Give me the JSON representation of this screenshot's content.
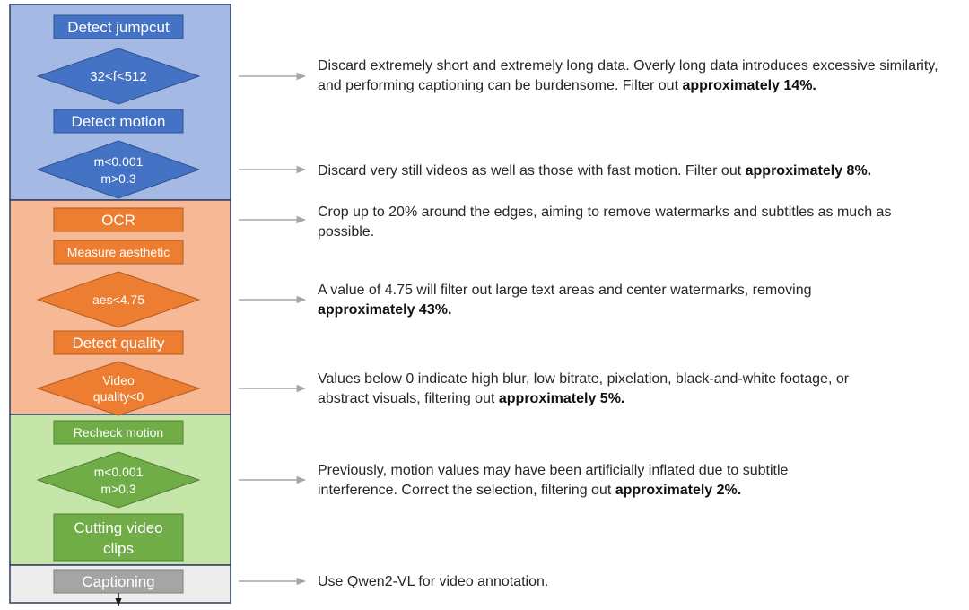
{
  "colors": {
    "blue_bg": "#A4B9E4",
    "blue_box": "#4472C4",
    "orange_bg": "#F7B995",
    "orange_box": "#ED7D31",
    "green_bg": "#C6E5A8",
    "green_box": "#70AD47",
    "gray_bg": "#EDEDED",
    "gray_box": "#A5A5A5",
    "border": "#2F3E60",
    "arrow": "#A6A6A6"
  },
  "flowchart": {
    "detect_jumpcut": "Detect jumpcut",
    "cond_frames": "32<f<512",
    "detect_motion": "Detect motion",
    "cond_motion": [
      "m<0.001",
      "m>0.3"
    ],
    "ocr": "OCR",
    "measure_aesthetic": "Measure aesthetic",
    "cond_aesthetic": "aes<4.75",
    "detect_quality": "Detect quality",
    "cond_quality": [
      "Video",
      "quality<0"
    ],
    "recheck_motion": "Recheck motion",
    "cond_recheck": [
      "m<0.001",
      "m>0.3"
    ],
    "cutting_clips": [
      "Cutting video",
      "clips"
    ],
    "captioning": "Captioning"
  },
  "annotations": [
    {
      "text": "Discard extremely short and extremely long data. Overly long data introduces excessive similarity, and performing captioning can be burdensome. Filter out ",
      "bold": "approximately 14%."
    },
    {
      "text": "Discard very still videos as well as those with fast motion. Filter out ",
      "bold": "approximately 8%."
    },
    {
      "text": "Crop up to 20% around the edges, aiming to remove watermarks and subtitles as much as possible.",
      "bold": ""
    },
    {
      "text": "A value of 4.75 will filter out large text areas and center watermarks, removing ",
      "bold": "approximately 43%."
    },
    {
      "text": "Values below 0 indicate high blur, low bitrate, pixelation, black-and-white footage, or abstract visuals, filtering out ",
      "bold": "approximately 5%."
    },
    {
      "text": "Previously, motion values may have been artificially inflated due to subtitle interference. Correct the selection, filtering out ",
      "bold": "approximately 2%."
    },
    {
      "text": "Use Qwen2-VL for video annotation.",
      "bold": ""
    }
  ]
}
